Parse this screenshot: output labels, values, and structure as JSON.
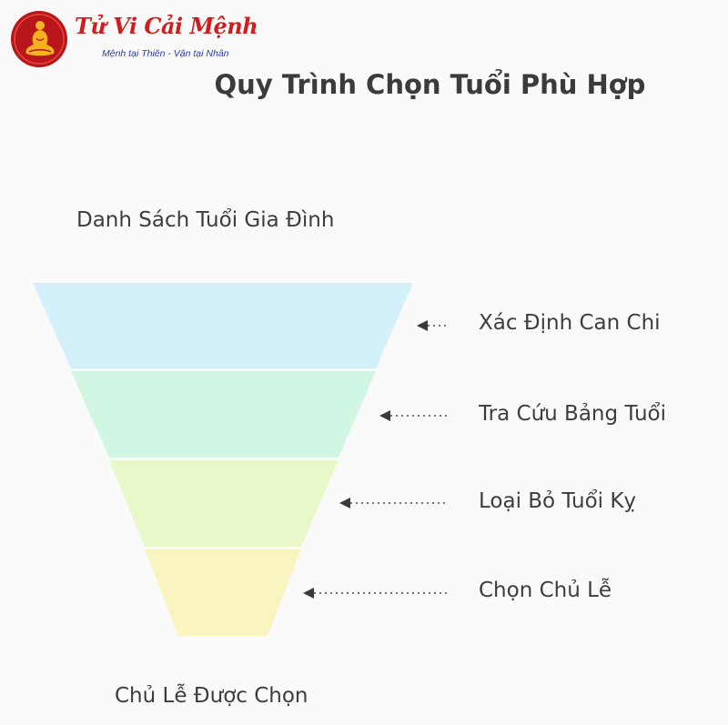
{
  "brand": {
    "name": "Tử Vi Cải Mệnh",
    "slogan": "Mệnh tại Thiên - Vận tại Nhân",
    "primary_color": "#d11d1d",
    "emblem_color": "#b8161b",
    "emblem_figure_color": "#f3b21f",
    "slogan_color": "#2a3fa8"
  },
  "title": "Quy Trình Chọn Tuổi Phù Hợp",
  "input_label": "Danh Sách Tuổi Gia Đình",
  "output_label": "Chủ Lễ Được Chọn",
  "steps": [
    {
      "label": "Xác Định Can Chi",
      "color": "#d4f0fa"
    },
    {
      "label": "Tra Cứu Bảng Tuổi",
      "color": "#d2f6e4"
    },
    {
      "label": "Loại Bỏ Tuổi Kỵ",
      "color": "#e8f8c8"
    },
    {
      "label": "Chọn Chủ Lễ",
      "color": "#faf4c0"
    }
  ]
}
